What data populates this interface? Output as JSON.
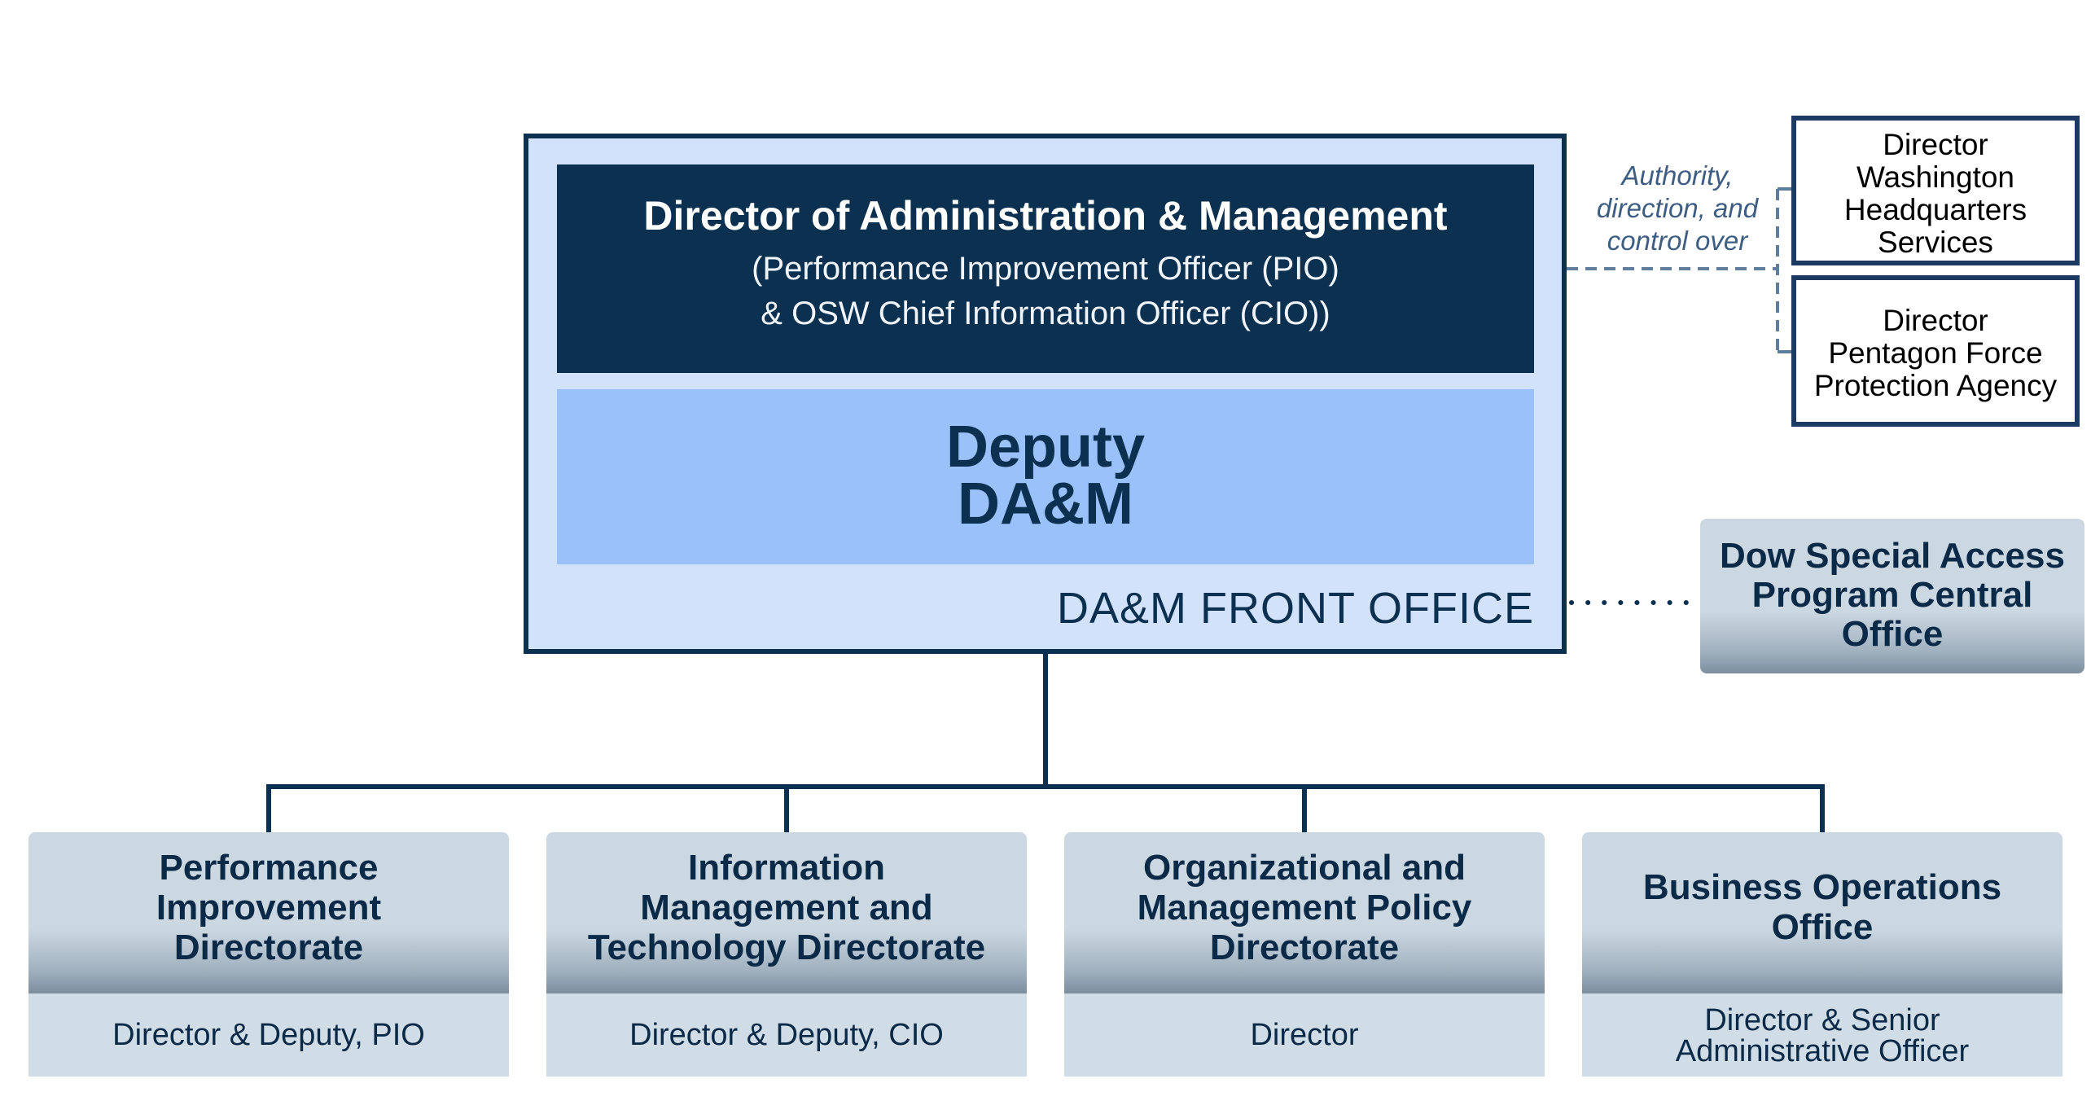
{
  "front_office": {
    "director_title": "Director of Administration & Management",
    "director_sub_line1": "(Performance Improvement Officer (PIO)",
    "director_sub_line2": "& OSW Chief Information Officer (CIO))",
    "deputy_line1": "Deputy",
    "deputy_line2": "DA&M",
    "label": "DA&M FRONT OFFICE"
  },
  "authority_note": {
    "line1": "Authority,",
    "line2": "direction, and",
    "line3": "control over"
  },
  "side_directors": [
    {
      "lines": [
        "Director",
        "Washington",
        "Headquarters",
        "Services"
      ]
    },
    {
      "lines": [
        "Director",
        "Pentagon Force",
        "Protection Agency"
      ]
    }
  ],
  "special_access_office": {
    "lines": [
      "Dow Special Access",
      "Program Central",
      "Office"
    ]
  },
  "directorates": [
    {
      "title_lines": [
        "Performance",
        "Improvement",
        "Directorate"
      ],
      "leadership_lines": [
        "Director & Deputy, PIO"
      ]
    },
    {
      "title_lines": [
        "Information",
        "Management and",
        "Technology Directorate"
      ],
      "leadership_lines": [
        "Director & Deputy, CIO"
      ]
    },
    {
      "title_lines": [
        "Organizational and",
        "Management Policy",
        "Directorate"
      ],
      "leadership_lines": [
        "Director"
      ]
    },
    {
      "title_lines": [
        "Business Operations",
        "Office"
      ],
      "leadership_lines": [
        "Director & Senior",
        "Administrative Officer"
      ]
    }
  ],
  "colors": {
    "navy": "#0b3050",
    "front_office_fill": "#d2e2fb",
    "deputy_fill": "#9bc1fa",
    "card_fill": "#cbd8e2",
    "dashed_line": "#5f7d9c"
  }
}
